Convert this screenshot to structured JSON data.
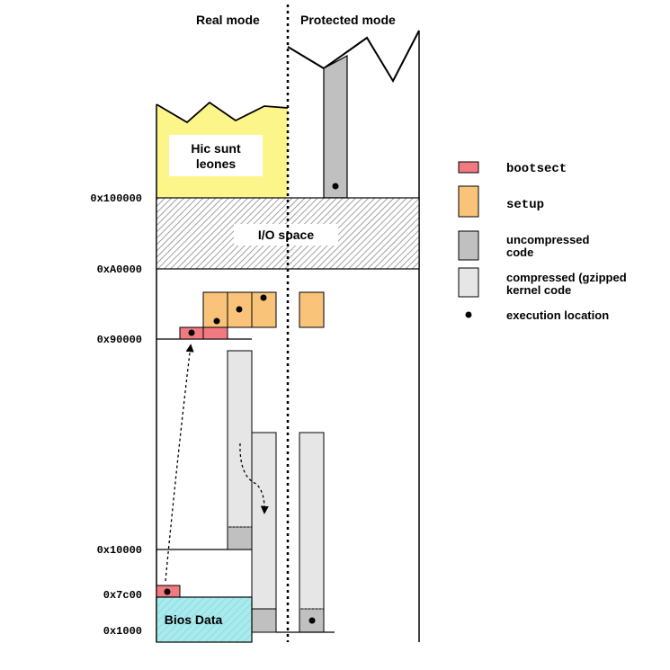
{
  "modes": {
    "real": "Real mode",
    "protected": "Protected mode"
  },
  "addresses": {
    "a100000": "0x100000",
    "a0A0000": "0xA0000",
    "a90000": "0x90000",
    "a10000": "0x10000",
    "a7c00": "0x7c00",
    "a1000": "0x1000"
  },
  "regions": {
    "hic_line1": "Hic sunt",
    "hic_line2": "leones",
    "io_space": "I/O space",
    "bios_data": "Bios Data"
  },
  "legend": {
    "bootsect": "bootsect",
    "setup": "setup",
    "uncompressed_line1": "uncompressed",
    "uncompressed_line2": "code",
    "compressed_line1": "compressed (gzipped",
    "compressed_line2": "kernel code",
    "execution": "execution location"
  },
  "colors": {
    "bootsect": "#f07a80",
    "setup": "#f9c37a",
    "uncompressed": "#c0c0c0",
    "compressed": "#e6e6e6",
    "hic_sunt": "#fbf58a",
    "bios": "#a8eaee",
    "io_hatch": "#8a8a8a"
  }
}
